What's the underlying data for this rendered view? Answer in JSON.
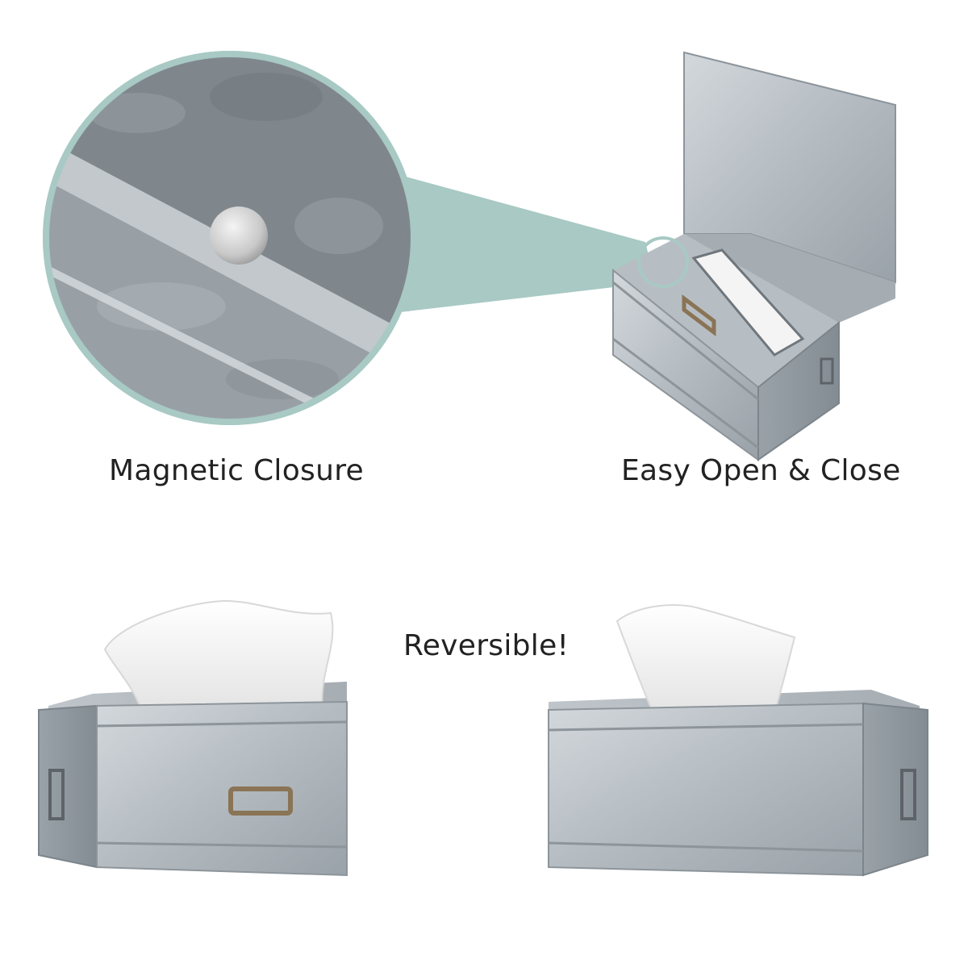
{
  "captions": {
    "magnetic_closure": "Magnetic Closure",
    "easy_open_close": "Easy Open & Close",
    "reversible": "Reversible!"
  },
  "colors": {
    "callout_teal": "#a8c9c4",
    "metal_light": "#c9ced2",
    "metal_mid": "#a9b0b6",
    "metal_dark": "#7c858c",
    "tissue": "#f6f6f6",
    "brass_handle": "#8a7456",
    "caption_text": "#222222"
  },
  "icons": {
    "zoom_callout": "magnifier-circle",
    "label_holder": "brass-label-plate",
    "side_handle": "metal-handle"
  }
}
